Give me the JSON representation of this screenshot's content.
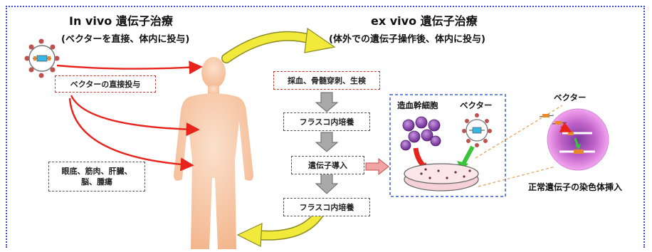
{
  "left": {
    "title": "In vivo 遺伝子治療",
    "subtitle": "(ベクターを直接、体内に投与)",
    "direct_label": "ベクターの直接投与",
    "targets_line1": "眼底、筋肉、肝臓、",
    "targets_line2": "脳、腫瘍"
  },
  "right": {
    "title": "ex vivo 遺伝子治療",
    "subtitle": "(体外での遺伝子操作後、体内に投与)",
    "steps": [
      "採血、骨髄穿刺、生検",
      "フラスコ内培養",
      "遺伝子導入",
      "フラスコ内培養"
    ],
    "stem_cell_label": "造血幹細胞",
    "vector_label": "ベクター"
  },
  "zoom": {
    "vector_label": "ベクター",
    "caption": "正常遺伝子の染色体挿入"
  },
  "colors": {
    "red_arrow": "#e8231b",
    "yellow_arrow": "#f2ea3a",
    "body": "#f8c9a6",
    "frame": "#3a4fd6",
    "stem_cell": "#7a2c9a",
    "cell_outer": "#e07be0",
    "cell_inner": "#5a1f7a"
  }
}
